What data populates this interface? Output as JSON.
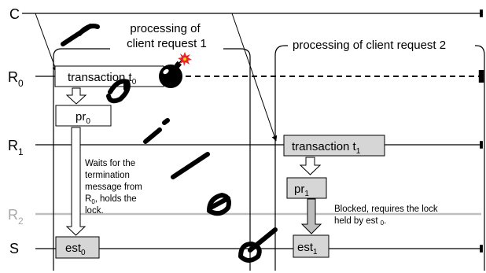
{
  "rows": {
    "c": "C",
    "r0": "R",
    "r0_sub": "0",
    "r1": "R",
    "r1_sub": "1",
    "r2": "R",
    "r2_sub": "2",
    "s": "S"
  },
  "regions": {
    "left_title_line1": "processing of",
    "left_title_line2": "client request 1",
    "right_title": "processing of client request 2"
  },
  "boxes": {
    "transaction_t0": "transaction t",
    "transaction_t0_sub": "0",
    "pr0": "pr",
    "pr0_sub": "0",
    "est0": "est",
    "est0_sub": "0",
    "transaction_t1": "transaction t",
    "transaction_t1_sub": "1",
    "pr1": "pr",
    "pr1_sub": "1",
    "est1": "est",
    "est1_sub": "1"
  },
  "notes": {
    "waits": [
      "Waits for the",
      "termination",
      "message from",
      "holds the",
      "lock."
    ],
    "waits_r": "R",
    "waits_r_sub": "0",
    "waits_r_tail": ",",
    "blocked_line1": "Blocked, requires the lock",
    "blocked_line2": "held by est",
    "blocked_sub": "0",
    "blocked_tail": "."
  },
  "colors": {
    "box_gray": "#d6d6d6",
    "r2_line": "#bfbfbf",
    "r2_label": "#a8a8a8",
    "bomb": "#000000",
    "spark": "#e8262a"
  },
  "icons": [
    "bomb-icon",
    "spark-icon"
  ],
  "decorations": "large italic handwritten-style glyphs overlaid diagonally"
}
